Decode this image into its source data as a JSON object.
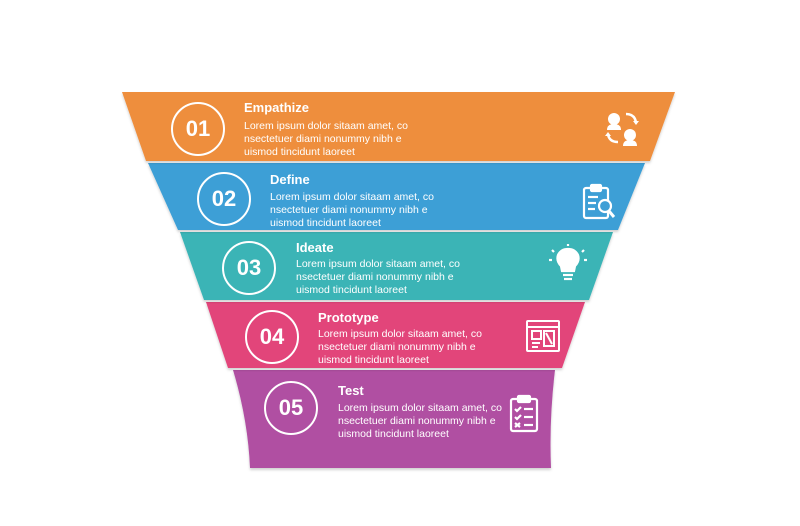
{
  "steps": [
    {
      "number": "01",
      "title": "Empathize",
      "desc": [
        "Lorem ipsum dolor sitaam amet, co",
        "nsectetuer diami nonummy  nibh e",
        "uismod tincidunt laoreet"
      ],
      "icon": "empathy-heads-icon",
      "color": "#ee8e3e"
    },
    {
      "number": "02",
      "title": "Define",
      "desc": [
        "Lorem ipsum dolor sitaam amet, co",
        "nsectetuer diami nonummy  nibh e",
        "uismod tincidunt laoreet"
      ],
      "icon": "clipboard-search-icon",
      "color": "#3e9fd6"
    },
    {
      "number": "03",
      "title": "Ideate",
      "desc": [
        "Lorem ipsum dolor sitaam amet, co",
        "nsectetuer diami nonummy  nibh e",
        "uismod tincidunt laoreet"
      ],
      "icon": "lightbulb-icon",
      "color": "#3bb4b6"
    },
    {
      "number": "04",
      "title": "Prototype",
      "desc": [
        "Lorem ipsum dolor sitaam amet, co",
        "nsectetuer diami nonummy  nibh e",
        "uismod tincidunt laoreet"
      ],
      "icon": "blueprint-icon",
      "color": "#e2447a"
    },
    {
      "number": "05",
      "title": "Test",
      "desc": [
        "Lorem ipsum dolor sitaam amet, co",
        "nsectetuer diami nonummy  nibh e",
        "uismod tincidunt laoreet"
      ],
      "icon": "checklist-icon",
      "color": "#b04fa2"
    }
  ]
}
